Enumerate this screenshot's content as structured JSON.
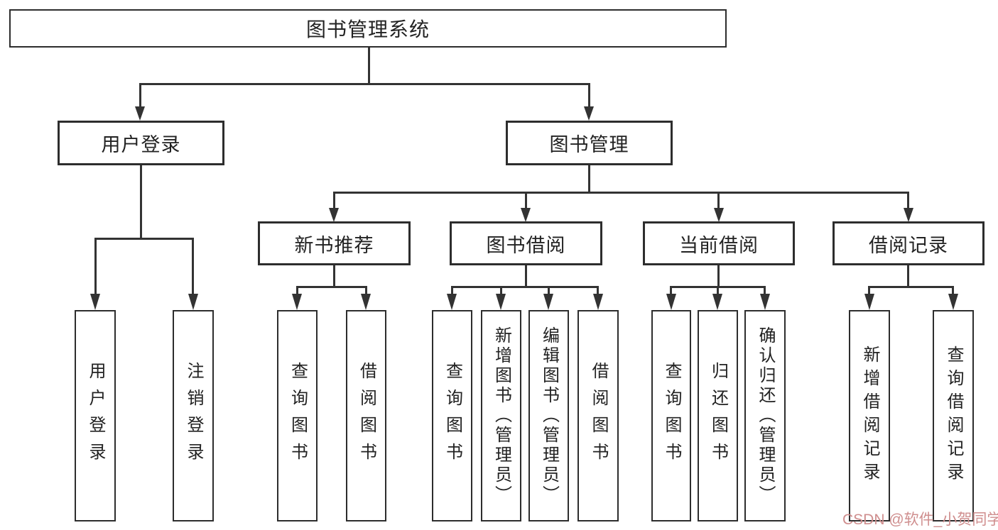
{
  "tree": {
    "root": "图书管理系统",
    "branches": [
      {
        "label": "用户登录",
        "children": [
          "用户登录",
          "注销登录"
        ]
      },
      {
        "label": "图书管理",
        "groups": [
          {
            "label": "新书推荐",
            "children": [
              "查询图书",
              "借阅图书"
            ]
          },
          {
            "label": "图书借阅",
            "children": [
              "查询图书",
              "新增图书（管理员）",
              "编辑图书（管理员）",
              "借阅图书"
            ]
          },
          {
            "label": "当前借阅",
            "children": [
              "查询图书",
              "归还图书",
              "确认归还（管理员）"
            ]
          },
          {
            "label": "借阅记录",
            "children": [
              "新增借阅记录",
              "查询借阅记录"
            ]
          }
        ]
      }
    ]
  },
  "watermark": {
    "text": "CSDN @软件_小贺同学",
    "color": "#cf8e8e"
  },
  "colors": {
    "background": "#ffffff",
    "box_border": "#2d2d2d",
    "connector": "#333333",
    "text": "#222222"
  }
}
